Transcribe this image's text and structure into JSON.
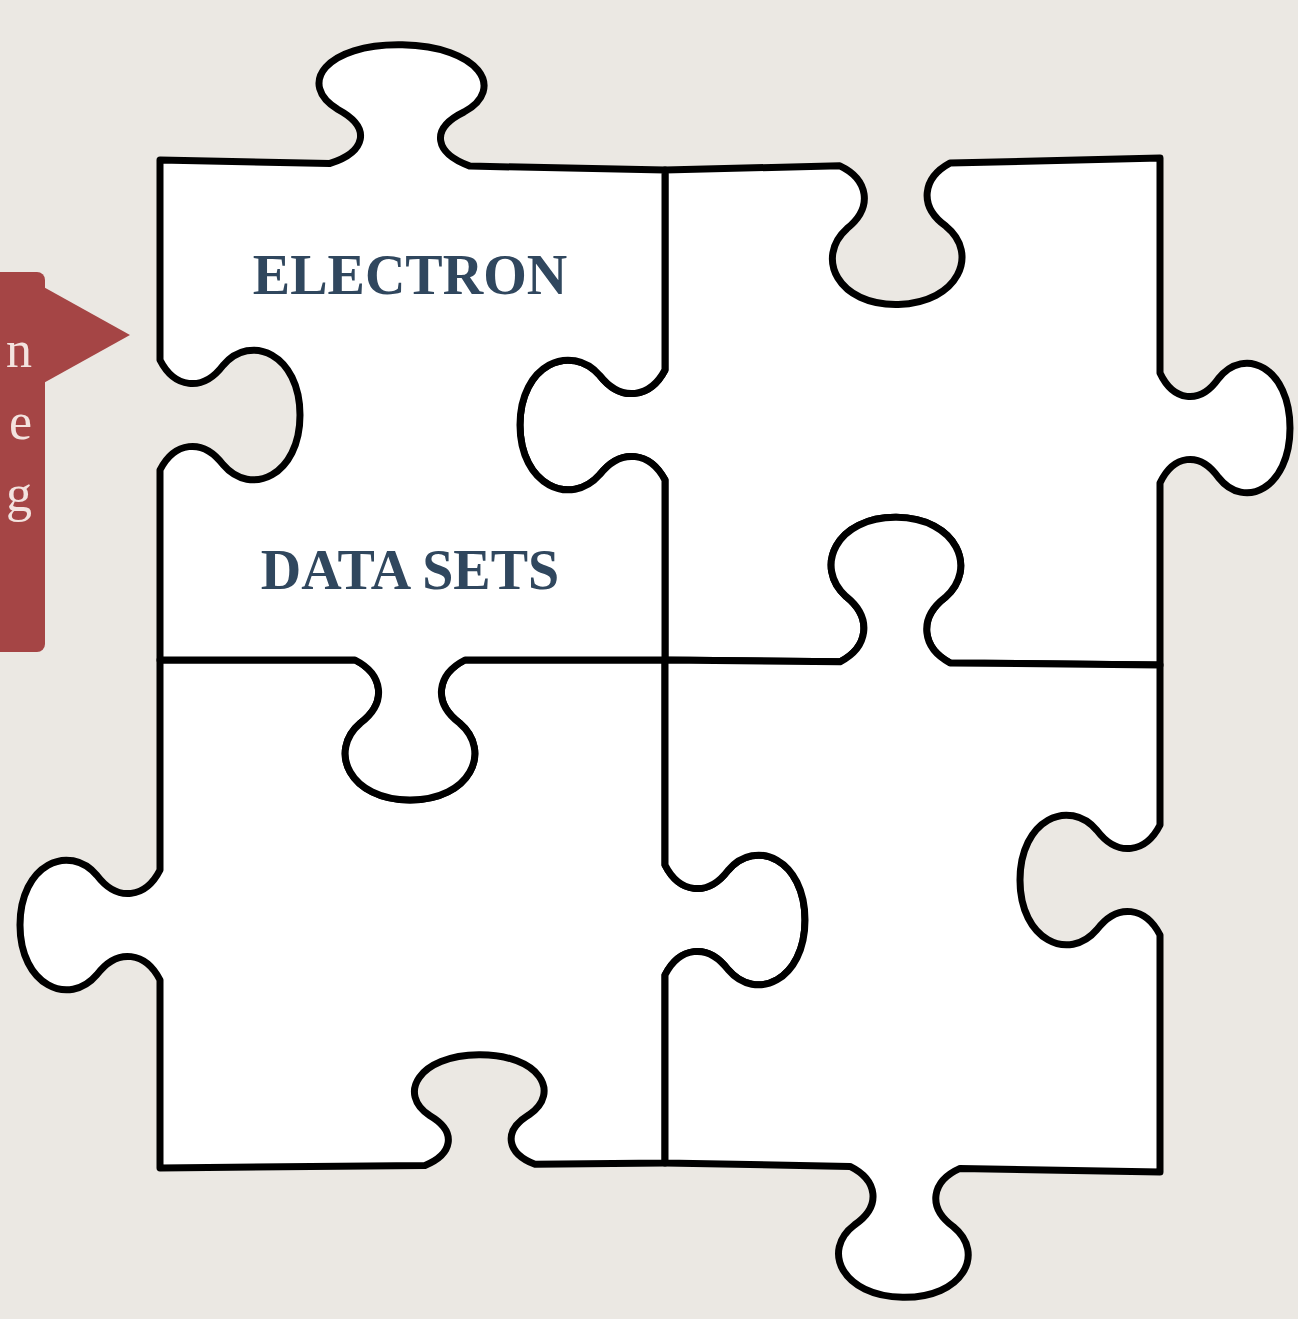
{
  "diagram": {
    "nodes": [
      {
        "text": [
          "n e g"
        ]
      },
      {
        "text": [
          "ELECTRON",
          "DATA SETS"
        ]
      }
    ]
  }
}
